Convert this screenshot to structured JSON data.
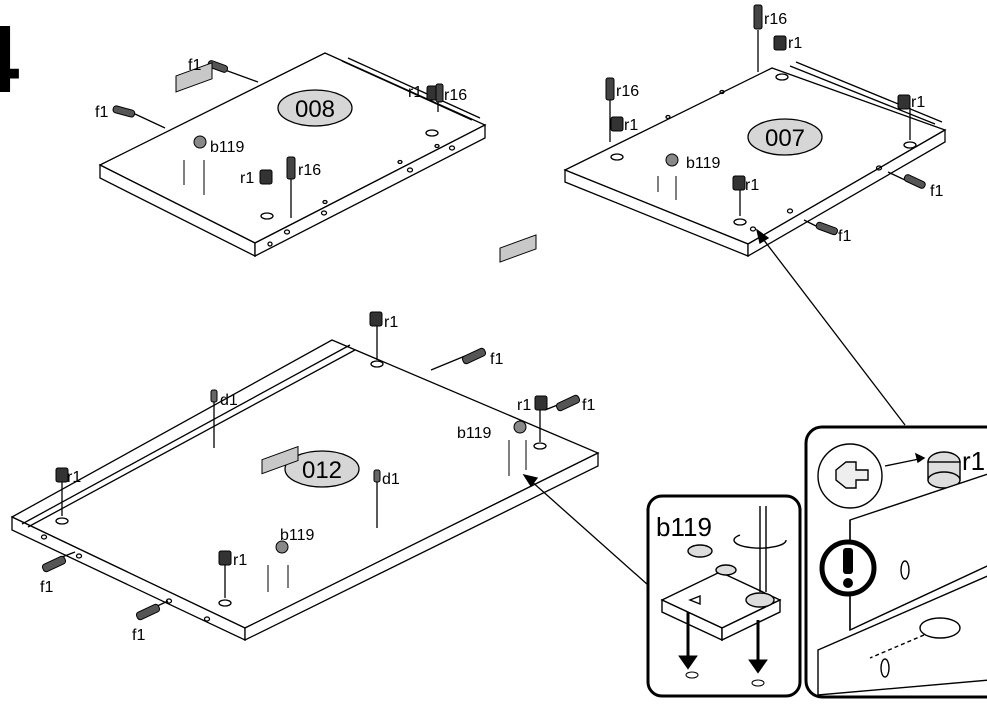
{
  "step": "4",
  "panels": {
    "p008": "008",
    "p007": "007",
    "p012": "012"
  },
  "parts": {
    "f1": "f1",
    "r1": "r1",
    "r16": "r16",
    "b119": "b119",
    "d1": "d1"
  },
  "details": {
    "b119_title": "b119",
    "r1_title": "r1"
  },
  "colors": {
    "line": "#000000",
    "pill_fill": "#d6d6d6",
    "part_fill": "#c8c8c8"
  }
}
